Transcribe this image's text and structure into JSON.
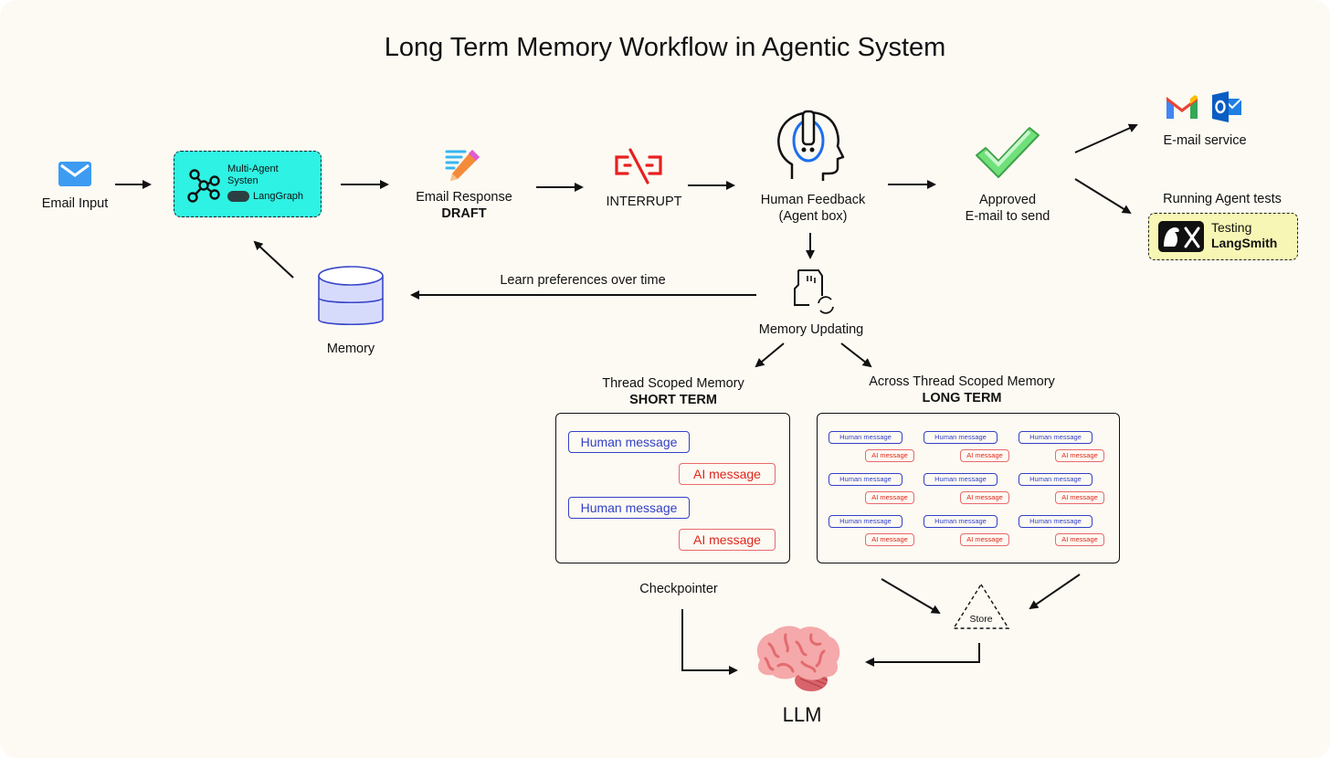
{
  "title": "Long Term Memory Workflow in Agentic System",
  "colors": {
    "background": "#fdfaf3",
    "agent_box": "#2ef2e3",
    "langsmith_box": "#f7f6b5",
    "human_message": "#3340c8",
    "ai_message": "#e0261c",
    "interrupt": "#e82020",
    "memory_db": "#3b48c8"
  },
  "nodes": {
    "email_input": {
      "label": "Email Input",
      "icon": "envelope-icon"
    },
    "multi_agent": {
      "label_line1": "Multi-Agent",
      "label_line2": "Systen",
      "badge": "LangGraph",
      "icon": "network-graph-icon"
    },
    "email_draft": {
      "label_line1": "Email Response",
      "label_line2": "DRAFT",
      "icon": "pencil-icon"
    },
    "interrupt": {
      "label": "INTERRUPT",
      "icon": "broken-link-icon"
    },
    "human_feedback": {
      "label_line1": "Human Feedback",
      "label_line2": "(Agent box)",
      "icon": "human-headset-icon"
    },
    "approved": {
      "label_line1": "Approved",
      "label_line2": "E-mail to send",
      "icon": "checkmark-icon"
    },
    "email_service": {
      "label": "E-mail service",
      "icons": [
        "gmail-icon",
        "outlook-icon"
      ]
    },
    "agent_tests": {
      "label": "Running Agent tests",
      "box_line1": "Testing",
      "box_line2": "LangSmith",
      "icon": "parrot-tools-icon"
    },
    "memory": {
      "label": "Memory",
      "icon": "database-icon"
    },
    "memory_updating": {
      "label": "Memory Updating",
      "icon": "memory-card-sync-icon"
    },
    "learn_edge": {
      "label": "Learn preferences over time"
    },
    "short_term": {
      "heading": "Thread Scoped Memory",
      "subheading": "SHORT TERM",
      "messages": [
        "Human message",
        "AI message",
        "Human message",
        "AI message"
      ]
    },
    "long_term": {
      "heading": "Across Thread Scoped Memory",
      "subheading": "LONG TERM",
      "human_label": "Human message",
      "ai_label": "AI message",
      "rows": 3,
      "columns": 3
    },
    "checkpointer": {
      "label": "Checkpointer"
    },
    "store": {
      "label": "Store"
    },
    "llm": {
      "label": "LLM",
      "icon": "brain-icon"
    }
  }
}
